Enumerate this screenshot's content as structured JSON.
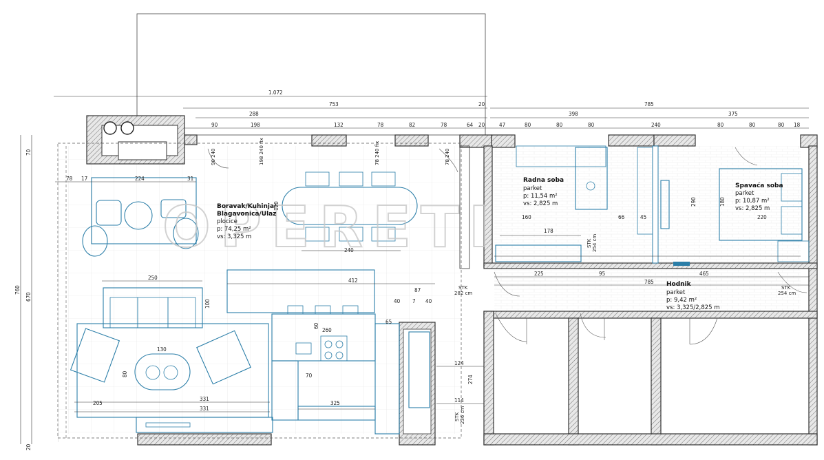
{
  "watermark": "OPERETI",
  "rooms": {
    "living": {
      "name": "Boravak/Kuhinja/",
      "name2": "Blagavonica/Ulaz",
      "floor": "plocice",
      "area": "p: 74,25 m²",
      "height": "vs: 3,325 m"
    },
    "study": {
      "name": "Radna soba",
      "floor": "parket",
      "area": "p: 11,54 m²",
      "height": "vs: 2,825 m"
    },
    "bedroom": {
      "name": "Spavaća soba",
      "floor": "parket",
      "area": "p: 10,87 m²",
      "height": "vs: 2,825 m"
    },
    "hall": {
      "name": "Hodnik",
      "floor": "parket",
      "area": "p: 9,42 m²",
      "height": "vs: 3,325/2,825 m"
    }
  },
  "dims": {
    "top1": "1.072",
    "top2a": "753",
    "top2b": "20",
    "top2c": "785",
    "t288": "288",
    "t398": "398",
    "t375": "375",
    "r3": [
      "90",
      "198",
      "132",
      "78",
      "82",
      "78",
      "64",
      "20",
      "47",
      "80",
      "80",
      "80",
      "240",
      "80",
      "80",
      "80",
      "18"
    ],
    "left760": "760",
    "left670": "670",
    "left70": "70",
    "left20": "20",
    "d78": "78",
    "d17": "17",
    "d224": "224",
    "d31": "31",
    "d250": "250",
    "d100": "100",
    "d412": "412",
    "d87": "87",
    "d40a": "40",
    "d7": "7",
    "d40b": "40",
    "d260": "260",
    "d60": "60",
    "d65": "65",
    "d130": "130",
    "d80": "80",
    "d331a": "331",
    "d331b": "331",
    "d205": "205",
    "d325": "325",
    "d70": "70",
    "d124": "124",
    "d114": "114",
    "d274": "274",
    "d240": "240",
    "d120": "120",
    "d225": "225",
    "d95": "95",
    "d785": "785",
    "d465": "465",
    "d178": "178",
    "d160": "160",
    "d66": "66",
    "d45": "45",
    "d220": "220",
    "d290": "290",
    "d180": "180",
    "stk1": "STK",
    "stk1v": "282 cm",
    "stk2": "STK",
    "stk2v": "254 cm",
    "stk3": "STK",
    "stk3v": "254 cm",
    "stk4": "STK",
    "stk4v": "236 cm",
    "w1": "90 240",
    "w2": "198 240 fix",
    "w3": "78 240 fix",
    "w4": "78 240"
  }
}
